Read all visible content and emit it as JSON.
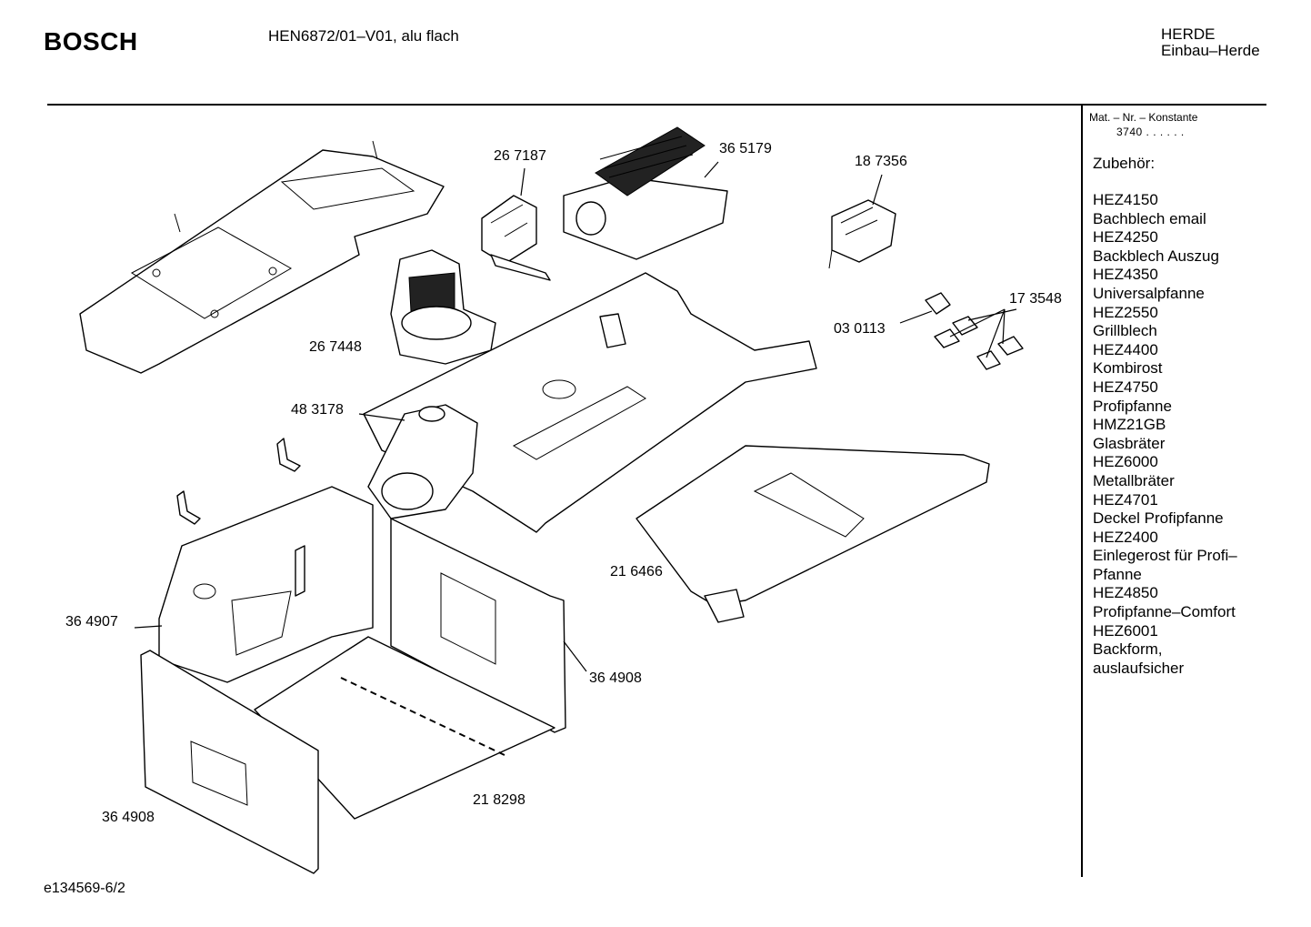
{
  "header": {
    "brand": "BOSCH",
    "model": "HEN6872/01–V01, alu flach",
    "category_line1": "HERDE",
    "category_line2": "Einbau–Herde"
  },
  "sidebar": {
    "mat_label": "Mat. – Nr. – Konstante",
    "mat_value": "3740 . . . . . .",
    "accessories_title": "Zubehör:",
    "accessories": [
      "HEZ4150",
      "Bachblech email",
      "HEZ4250",
      "Backblech Auszug",
      "HEZ4350",
      "Universalpfanne",
      "HEZ2550",
      "Grillblech",
      "HEZ4400",
      "Kombirost",
      "HEZ4750",
      "Profipfanne",
      "HMZ21GB",
      "Glasbräter",
      "HEZ6000",
      "Metallbräter",
      "HEZ4701",
      "Deckel Profipfanne",
      "HEZ2400",
      "Einlegerost für Profi–",
      "Pfanne",
      "HEZ4850",
      "Profipfanne–Comfort",
      "HEZ6001",
      "Backform,",
      "auslaufsicher"
    ]
  },
  "diagram": {
    "part_labels": [
      "26 7187",
      "36 5179",
      "18 7356",
      "17 3548",
      "03 0113",
      "26 7448",
      "48 3178",
      "21 6466",
      "36 4907",
      "36 4908",
      "36 4908",
      "21 8298"
    ]
  },
  "footer": {
    "code": "e134569-6/2"
  }
}
